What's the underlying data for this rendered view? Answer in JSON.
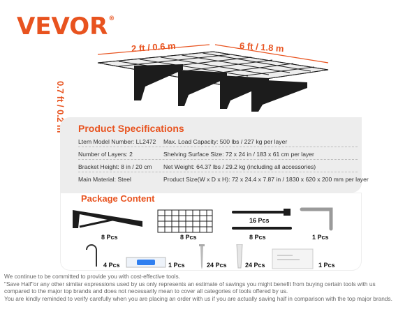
{
  "brand": {
    "logo_text": "VEVOR",
    "reg_mark": "®",
    "accent_color": "#e8531f"
  },
  "dimensions": {
    "depth": "2 ft / 0.6 m",
    "width": "6 ft / 1.8 m",
    "height": "0.7 ft / 0.2 m"
  },
  "specifications": {
    "title": "Product Specifications",
    "rows": [
      {
        "left": "Ltem Model Number: LL2472",
        "right": "Max. Load Capacity: 500 lbs / 227 kg per layer"
      },
      {
        "left": "Number of Layers: 2",
        "right": "Shelving Surface Size: 72 x 24 in / 183 x 61 cm  per layer"
      },
      {
        "left": "Bracket Height: 8 in / 20 cm",
        "right": "Net Weight: 64.37 lbs / 29.2 kg (including all accessories)"
      },
      {
        "left": "Main Material: Steel",
        "right": "Product Size(W x D x H): 72 x 24.4 x 7.87 in / 1830 x 620 x 200 mm per layer"
      }
    ]
  },
  "package": {
    "title": "Package Content",
    "items": [
      {
        "name": "bracket",
        "qty": "8 Pcs"
      },
      {
        "name": "wire-grid-shelf",
        "qty": "8 Pcs"
      },
      {
        "name": "tie-strap",
        "qty": "16 Pcs"
      },
      {
        "name": "support-bar",
        "qty": "8 Pcs"
      },
      {
        "name": "l-wrench",
        "qty": "1 Pcs"
      },
      {
        "name": "hook",
        "qty": "4 Pcs"
      },
      {
        "name": "spirit-level",
        "qty": "1 Pcs"
      },
      {
        "name": "screw",
        "qty": "24 Pcs"
      },
      {
        "name": "wall-anchor",
        "qty": "24 Pcs"
      },
      {
        "name": "installation-template",
        "qty": "1 Pcs"
      }
    ]
  },
  "footer": {
    "lines": [
      "We continue to be committed to provide you with cost-effective tools.",
      "\"Save Half\"or any other similar expressions used by us only represents an estimate of savings you might benefit from buying certain tools with us",
      "compared to the major top brands and does not necessarily mean to cover all categories of tools offered by us.",
      "You are kindly reminded to verify carefully when you are placing an order with us if you are actually saving half in comparison with the top major brands."
    ]
  }
}
